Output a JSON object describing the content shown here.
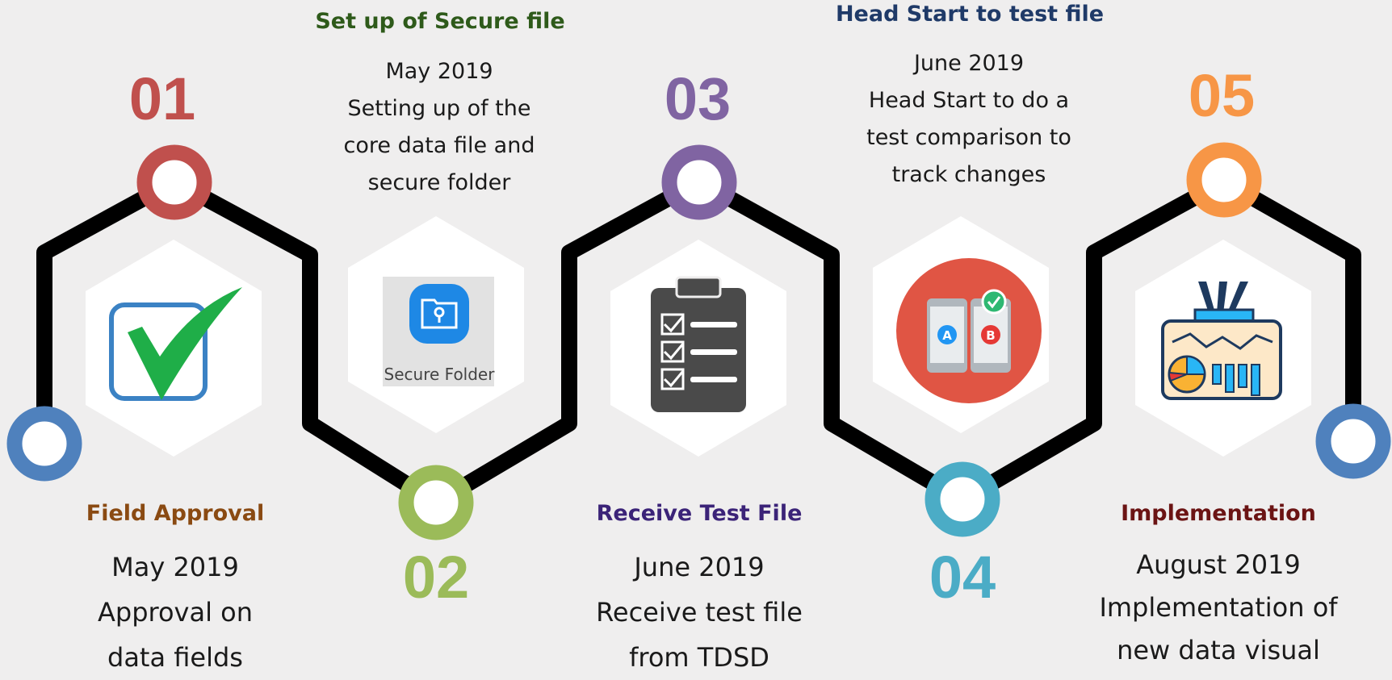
{
  "steps": [
    {
      "number": "01",
      "title": "Field Approval",
      "lines": [
        "May  2019",
        "Approval on",
        "data fields"
      ],
      "color": "#c0504d",
      "title_color": "#8a4a12",
      "icon": "checkbox-check-icon"
    },
    {
      "number": "02",
      "title": "Set up of Secure file",
      "lines": [
        "May 2019",
        "Setting up of the",
        "core data file and",
        "secure folder"
      ],
      "color": "#9bbb59",
      "title_color": "#2e5a1a",
      "icon": "secure-folder-icon"
    },
    {
      "number": "03",
      "title": "Receive Test File",
      "lines": [
        "June 2019",
        "Receive test file",
        "from TDSD"
      ],
      "color": "#8064a2",
      "title_color": "#3b2378",
      "icon": "clipboard-checklist-icon"
    },
    {
      "number": "04",
      "title": "Head Start to test file",
      "lines": [
        "June 2019",
        "Head Start to do a",
        "test comparison to",
        "track changes"
      ],
      "color": "#4bacc6",
      "title_color": "#1f3a68",
      "icon": "ab-test-phones-icon"
    },
    {
      "number": "05",
      "title": "Implementation",
      "lines": [
        "August 2019",
        "Implementation of",
        "new data visual"
      ],
      "color": "#f79646",
      "title_color": "#6b1414",
      "icon": "data-dashboard-icon"
    }
  ],
  "endpoint_color": "#4f81bd",
  "secure_folder_label": "Secure Folder"
}
